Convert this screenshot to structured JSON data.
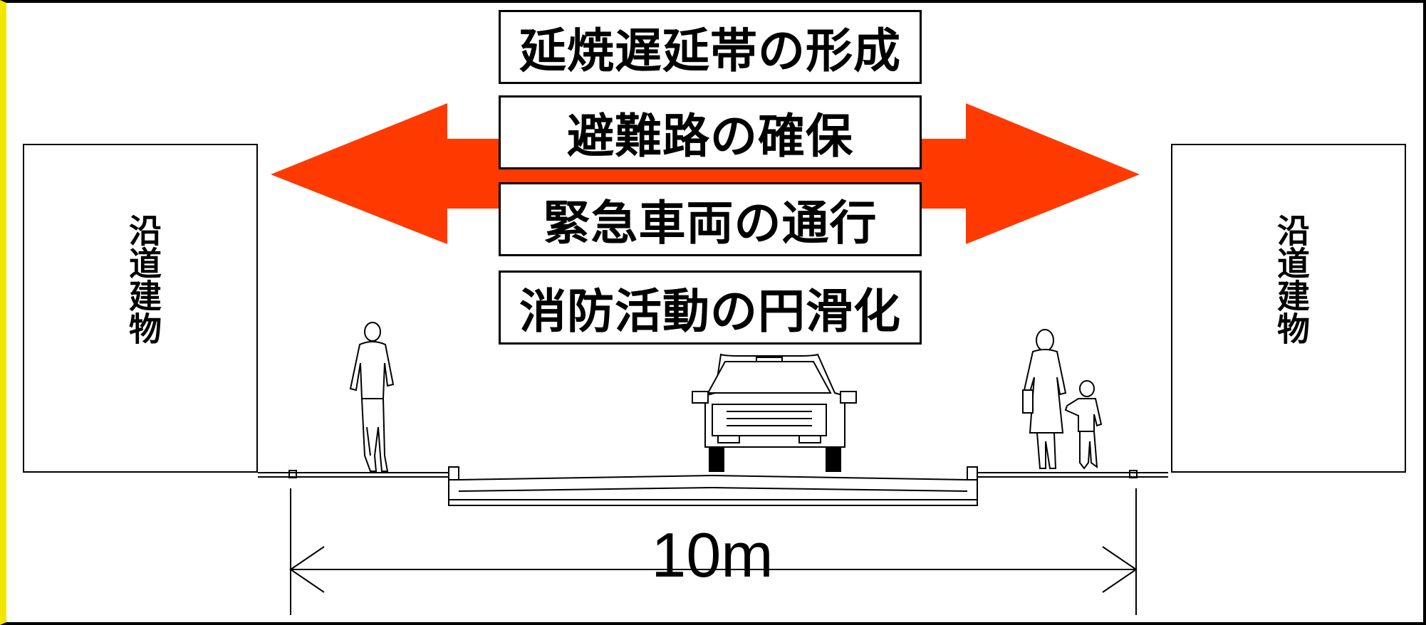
{
  "colors": {
    "arrow": "#ff3a00",
    "frame": "#000000",
    "frame_accent": "#f2e600",
    "background": "#ffffff"
  },
  "labels": {
    "purpose_1": "延焼遅延帯の形成",
    "purpose_2": "避難路の確保",
    "purpose_3": "緊急車両の通行",
    "purpose_4": "消防活動の円滑化"
  },
  "buildings": {
    "left_label": "沿道建物",
    "right_label": "沿道建物"
  },
  "dimension": {
    "road_width": "10m"
  },
  "icons": [
    "double-arrow",
    "pedestrian-figure",
    "car-front-view",
    "parent-with-child-figure"
  ]
}
